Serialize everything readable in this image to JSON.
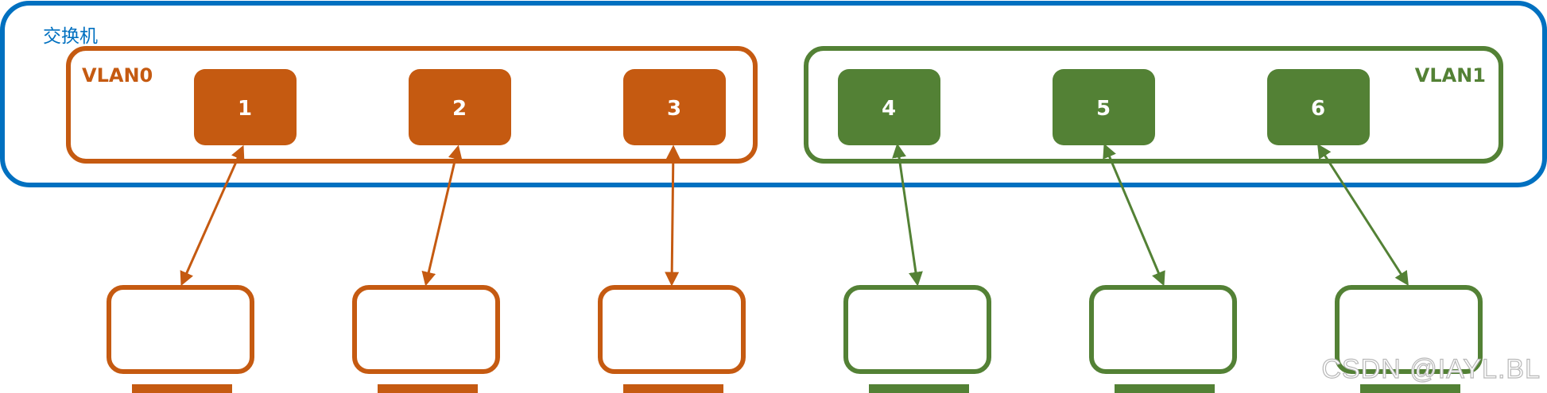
{
  "switch": {
    "label": "交换机",
    "color": "#0070C0"
  },
  "vlans": [
    {
      "id": "vlan0",
      "label": "VLAN0",
      "color": "#C55A11"
    },
    {
      "id": "vlan1",
      "label": "VLAN1",
      "color": "#538135"
    }
  ],
  "ports": [
    {
      "label": "1",
      "vlan": "vlan0"
    },
    {
      "label": "2",
      "vlan": "vlan0"
    },
    {
      "label": "3",
      "vlan": "vlan0"
    },
    {
      "label": "4",
      "vlan": "vlan1"
    },
    {
      "label": "5",
      "vlan": "vlan1"
    },
    {
      "label": "6",
      "vlan": "vlan1"
    }
  ],
  "hosts": [
    {
      "port": "1",
      "vlan": "vlan0",
      "icon": "monitor-icon"
    },
    {
      "port": "2",
      "vlan": "vlan0",
      "icon": "monitor-icon"
    },
    {
      "port": "3",
      "vlan": "vlan0",
      "icon": "monitor-icon"
    },
    {
      "port": "4",
      "vlan": "vlan1",
      "icon": "monitor-icon"
    },
    {
      "port": "5",
      "vlan": "vlan1",
      "icon": "monitor-icon"
    },
    {
      "port": "6",
      "vlan": "vlan1",
      "icon": "monitor-icon"
    }
  ],
  "watermark": "CSDN @IAYL.BL"
}
